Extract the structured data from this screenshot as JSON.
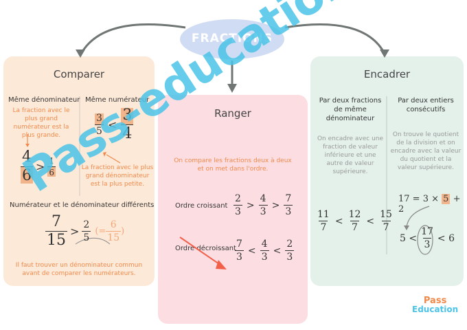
{
  "header": {
    "title": "FRACTIONS"
  },
  "comparer": {
    "title": "Comparer",
    "meme_denom": {
      "heading": "Même dénominateur",
      "note": "La fraction avec le plus grand numérateur est la plus grande.",
      "lhs_num": "4",
      "lhs_den": "6",
      "op": ">",
      "rhs_num": "1",
      "rhs_den": "6"
    },
    "meme_num": {
      "heading": "Même numérateur",
      "lhs_num": "3",
      "lhs_den": "5",
      "op": "<",
      "rhs_num": "3",
      "rhs_den": "4",
      "note": "La fraction avec le plus grand dénominateur est la plus petite."
    },
    "differents": {
      "heading": "Numérateur et le dénominateur différents",
      "lhs_num": "7",
      "lhs_den": "15",
      "op": ">",
      "rhs_num": "2",
      "rhs_den": "5",
      "eq_prefix": "(=",
      "eq_num": "6",
      "eq_den": "15",
      "eq_suffix": ")",
      "note": "Il faut trouver un dénominateur commun avant de comparer les numérateurs."
    }
  },
  "ranger": {
    "title": "Ranger",
    "intro": "On compare les fractions deux à deux et on met dans l'ordre.",
    "croissant": {
      "label": "Ordre croissant",
      "fracs": [
        {
          "num": "2",
          "den": "3"
        },
        {
          "num": "4",
          "den": "3"
        },
        {
          "num": "7",
          "den": "3"
        }
      ],
      "op": ">"
    },
    "decroissant": {
      "label": "Ordre décroissant",
      "fracs": [
        {
          "num": "7",
          "den": "3"
        },
        {
          "num": "4",
          "den": "3"
        },
        {
          "num": "2",
          "den": "3"
        }
      ],
      "op": "<"
    }
  },
  "encadrer": {
    "title": "Encadrer",
    "col1": {
      "heading": "Par deux fractions de même dénominateur",
      "note": "On encadre avec une fraction de valeur inférieure et une autre de valeur supérieure.",
      "fracs": [
        {
          "num": "11",
          "den": "7"
        },
        {
          "num": "12",
          "den": "7"
        },
        {
          "num": "15",
          "den": "7"
        }
      ],
      "op": "<"
    },
    "col2": {
      "heading": "Par deux entiers consécutifs",
      "note": "On trouve le quotient de la division et on encadre avec la valeur du quotient et la valeur supérieure.",
      "division": {
        "pre": "17 = 3 ×",
        "hl": "5",
        "post": "+ 2"
      },
      "bracket": {
        "left": "5 <",
        "num": "17",
        "den": "3",
        "right": "< 6"
      }
    }
  },
  "watermark": {
    "text": "Pass-education"
  },
  "logo": {
    "line1": "Pass",
    "line2": "Education"
  },
  "colors": {
    "comparer_bg": "#fde9d8",
    "ranger_bg": "#fbdde2",
    "encadrer_bg": "#e3f1ea",
    "header_bg": "#cfdcf3",
    "accent": "#f08a4b",
    "watermark_blue": "#4bc4e8",
    "watermark_red": "#f2604a"
  }
}
